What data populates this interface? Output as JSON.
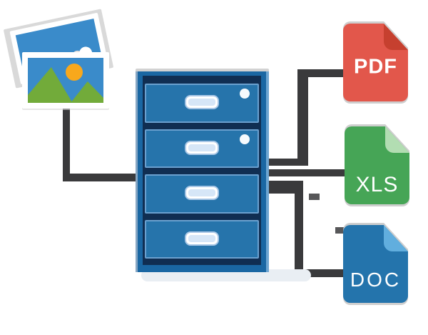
{
  "illustration": {
    "title": "Image and document files archived into a file cabinet",
    "colors": {
      "background": "#ffffff",
      "connector": "#3a3a3c",
      "cabinet_frame": "#1a67a3",
      "cabinet_inner": "#102e52",
      "drawer_face": "#2674ab",
      "drawer_bevel": "#6aa0cf",
      "cabinet_edge_left": "#87a7c4",
      "cabinet_edge_right": "#6ea6d2",
      "handle_ring": "#a9c7e6",
      "handle_fill": "#ffffff",
      "handle_inner": "#d6e6f7",
      "knob": "#f6fafd",
      "floor_shadow": "#e9eef3",
      "photo_border": "#ffffff",
      "photo_back_shadow": "#d9d9d9",
      "sky": "#3a8bca",
      "mountain": "#72ab3a",
      "sun": "#f8a81c",
      "cloud": "#ffffff"
    },
    "photo_stack": {
      "icon": "images-icon",
      "elements": [
        "tilted back photo with cloud",
        "front photo with mountains and sun"
      ]
    },
    "cabinet": {
      "icon": "file-cabinet-icon",
      "drawers": [
        {
          "handle": true,
          "knob": true
        },
        {
          "handle": true,
          "knob": true
        },
        {
          "handle": true,
          "knob": false
        },
        {
          "handle": true,
          "knob": false
        }
      ]
    },
    "file_icons": [
      {
        "icon": "pdf-file-icon",
        "label": "PDF",
        "body": "#e2574b",
        "fold": "#c6402f"
      },
      {
        "icon": "xls-file-icon",
        "label": "XLS",
        "body": "#46a556",
        "fold": "#b2ddb2"
      },
      {
        "icon": "doc-file-icon",
        "label": "DOC",
        "body": "#2474ac",
        "fold": "#61aede"
      }
    ],
    "connectors": [
      "images to cabinet left side",
      "cabinet right side up to PDF",
      "cabinet right side straight to XLS",
      "cabinet right side down to DOC"
    ]
  }
}
